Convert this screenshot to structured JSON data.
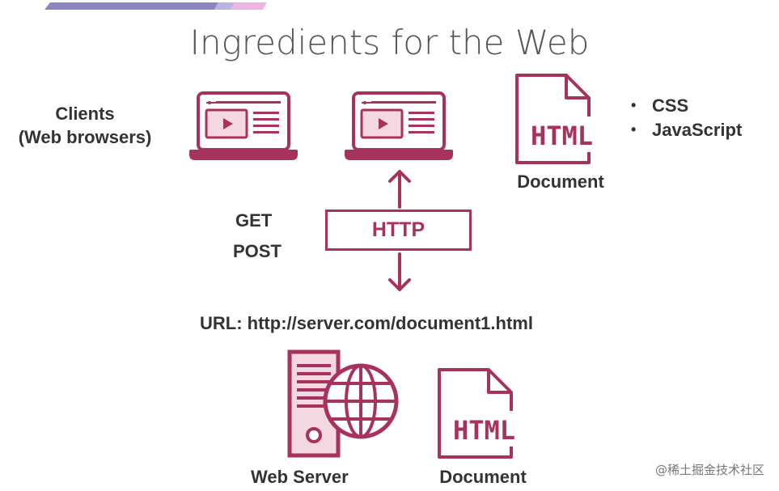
{
  "slide": {
    "title": "Ingredients for the Web",
    "clients_line1": "Clients",
    "clients_line2": "(Web browsers)",
    "bullets": [
      "CSS",
      "JavaScript"
    ],
    "document_label_top": "Document",
    "html_text_top": "HTML",
    "methods": [
      "GET",
      "POST"
    ],
    "http_label": "HTTP",
    "url_text": "URL: http://server.com/document1.html",
    "web_server_label": "Web Server",
    "document_label_bottom": "Document",
    "html_text_bottom": "HTML"
  },
  "watermark": "@稀土掘金技术社区",
  "colors": {
    "accent": "#a8325e",
    "text": "#333333",
    "title": "#555555"
  },
  "icons": [
    "laptop-icon",
    "laptop-icon",
    "html-document-icon",
    "up-arrow-icon",
    "down-arrow-icon",
    "server-icon",
    "globe-icon",
    "html-document-icon"
  ]
}
